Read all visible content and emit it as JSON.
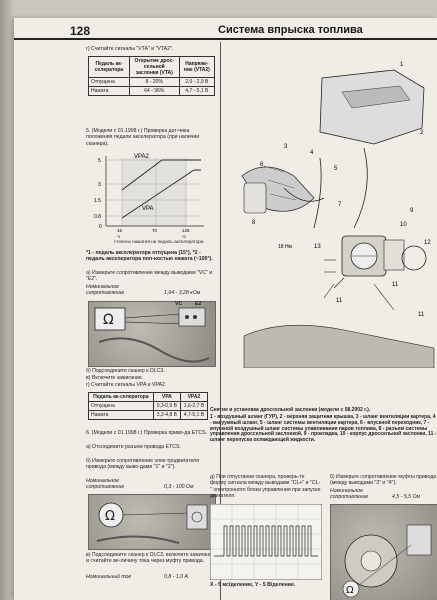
{
  "header": {
    "page_number": "128",
    "title": "Система впрыска топлива"
  },
  "col1": {
    "step_g_signals": "г) Считайте сигналы \"VTA\" и \"VTA2\".",
    "table1": {
      "headers": [
        "Педаль ак-селератора",
        "Открытие дрос-сельной заслонки (VTA)",
        "Напряже-ние (VTA2)"
      ],
      "rows": [
        [
          "Отпущена",
          "8 - 20%",
          "2,0 - 2,9 В"
        ],
        [
          "Нажата",
          "64 - 96%",
          "4,7 - 5,1 В"
        ]
      ]
    },
    "step5": "5. (Модели с 01.1998 г.) Проверка дат-чика положения педали акселератора (при наличии сканера).",
    "graph": {
      "label_vpa2": "VPA2",
      "label_vpa": "VPA",
      "y_tick_5": "5",
      "y_tick_3": "3",
      "y_tick_15": "1.5",
      "y_tick_08": "0.8",
      "y_tick_0": "0",
      "x_tick_15": "15",
      "x_tick_70": "70",
      "x_tick_125": "125",
      "x_mark_1": "*1",
      "x_mark_2": "*2",
      "x_axis_label": "степень нажатия на педаль акселератора"
    },
    "footnote": "*1 - педаль акселератора отпущена (15°), *2 - педаль акселератора пол-ностью нажата (~100°).",
    "measure_a": "а) Измерьте сопротивление между выводами \"VC\" и \"E2\".",
    "nominal_label": "Номинальное сопротивление",
    "nominal_value": "1,64 - 3,28 кОм",
    "connector_labels": {
      "vc": "VC",
      "e2": "E2"
    },
    "steps_bcd": [
      "б) Подсоедините сканер к DLC3.",
      "в) Включите зажигание.",
      "г) Считайте сигналы VPA и VPA2."
    ],
    "table2": {
      "headers": [
        "Педаль ак-селератора",
        "VPA",
        "VPA2"
      ],
      "rows": [
        [
          "Отпущена",
          "0,3-0,9 В",
          "1,6-2,7 В"
        ],
        [
          "Нажата",
          "3,2-4,8 В",
          "4,7-5,1 В"
        ]
      ]
    },
    "step6": "6. (Модели с 01.1998 г.) Проверка приво-да ETCS.",
    "step6a": "а) Отсоедините разъем привода ETCS.",
    "step6b": "б) Измерьте сопротивление элек-тродвигателя привода (между выво-дами \"1\" и \"2\").",
    "nominal2_label": "Номинальное сопротивление",
    "nominal2_value": "0,3 - 100 Ом",
    "step6v": "в) Подсоедините сканер к DLC3, включите зажигание и считайте ве-личину тока через муфту привода.",
    "nominal3_label": "Номинальный ток",
    "nominal3_value": "0,8 - 1,0 А"
  },
  "col2": {
    "callouts": [
      "1",
      "2",
      "3",
      "4",
      "5",
      "6",
      "7",
      "8",
      "9",
      "10",
      "11",
      "11",
      "11",
      "12",
      "13"
    ],
    "torque_label": "18 Нм",
    "caption_title": "Снятие и установка дроссельной заслонки (модели с 08.2002 г.).",
    "caption_body": "1 - воздушный шланг (ГУР), 2 - верхняя защитная крышка, 3 - шланг вентиляции картера, 4 - вакуумный шланг, 5 - шланг системы вентиляции картера, 6 - впускной переходник, 7 - впускной воздушный шланг системы улавливания паров топлива, 8 - разъем системы управления дроссельной заслонкой, 9 - прокладка, 10 - корпус дроссельной заслонки, 11 - шланг перепуска охлаждающей жидкости.",
    "step_d": "д) При отпустании сканера, проверь-те форму сигнала между выводами \"CL+\" и \"CL-\" электронного блока управления при запуске двигателя.",
    "osc_caption": "X - 5 мс/деление, Y - 5 В/деление.",
    "step6_right": "6) Измерьте сопротивление муфты привода (между выводами \"3\" и \"4\").",
    "nominal_right_label": "Номинальное сопротивление",
    "nominal_right_value": "4,5 - 5,5 Ом"
  }
}
